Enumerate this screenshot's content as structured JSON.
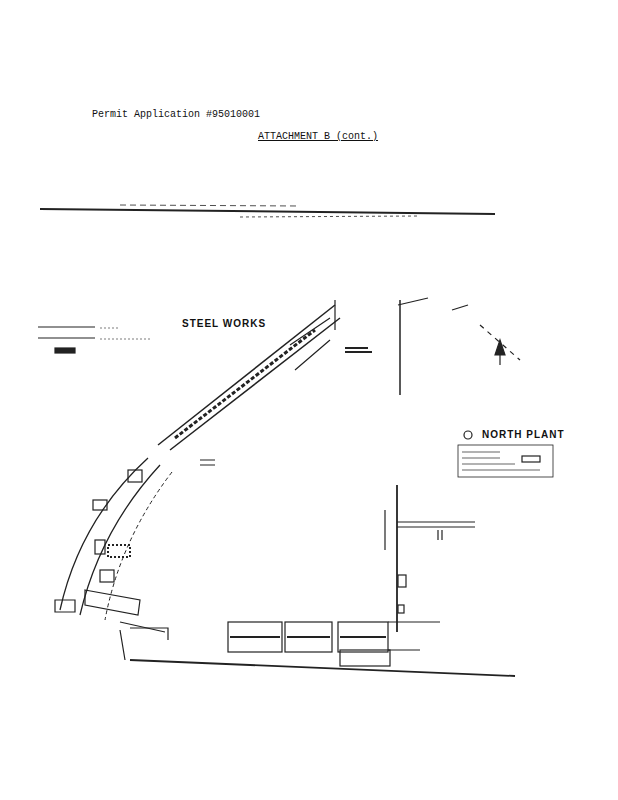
{
  "diagram": {
    "title": "Permit Application #95010001",
    "labels": [
      "ATTACHMENT B (cont.)",
      "STEEL WORKS",
      "NORTH PLANT"
    ]
  }
}
